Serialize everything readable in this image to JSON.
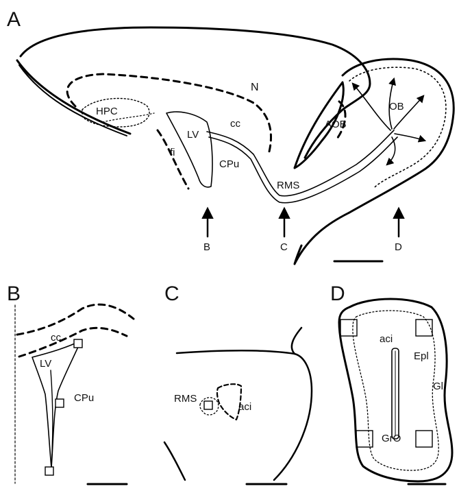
{
  "panels": {
    "a": "A",
    "b": "B",
    "c": "C",
    "d": "D"
  },
  "panel_a_labels": {
    "n": "N",
    "hpc": "HPC",
    "lv": "LV",
    "cc": "cc",
    "fi": "fi",
    "cpu": "CPu",
    "aob": "AOB",
    "ob": "OB",
    "rms": "RMS",
    "arrow_b": "B",
    "arrow_c": "C",
    "arrow_d": "D"
  },
  "panel_b_labels": {
    "cc": "cc",
    "lv": "LV",
    "cpu": "CPu"
  },
  "panel_c_labels": {
    "rms": "RMS",
    "aci": "aci"
  },
  "panel_d_labels": {
    "aci": "aci",
    "epl": "Epl",
    "gl": "Gl",
    "gro": "GrO"
  },
  "colors": {
    "ink": "#000000",
    "background": "#ffffff"
  }
}
